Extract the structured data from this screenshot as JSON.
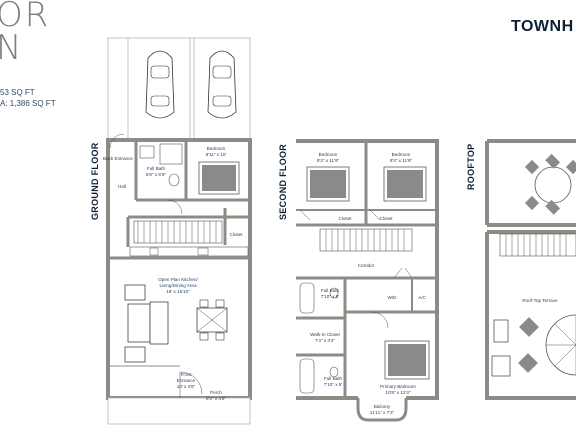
{
  "header": {
    "title_line1": "OR",
    "title_line2": "N",
    "stat_1": "53 SQ FT",
    "stat_2": "A: 1,386 SQ FT",
    "brand": "TOWNH"
  },
  "floors": {
    "ground": {
      "label": "GROUND FLOOR",
      "rooms": {
        "back_entrance": "Back Entrance",
        "hall": "Hall",
        "full_bath_name": "Full Bath",
        "full_bath_dim": "5'6\" x 6'5\"",
        "bedroom_name": "Bedroom",
        "bedroom_dim": "8'11\" x 10'",
        "closet": "Closet",
        "kitchen_name": "Open Plan Kitchen/",
        "kitchen_name2": "Living/Dining Area",
        "kitchen_dim": "18' x 15'10\"",
        "front_entrance_name": "Front",
        "front_entrance_name2": "Entrance",
        "front_entrance_dim": "10' x 4'8\"",
        "porch_name": "Porch",
        "porch_dim": "8'4\" x 4'8\""
      }
    },
    "second": {
      "label": "SECOND FLOOR",
      "rooms": {
        "bedroom1_name": "Bedroom",
        "bedroom1_dim": "9'3\" x 11'9\"",
        "bedroom2_name": "Bedroom",
        "bedroom2_dim": "9'3\" x 11'9\"",
        "closet1": "Closet",
        "closet2": "Closet",
        "corridor": "Corridor",
        "full_bath_name": "Full Bath",
        "full_bath_dim": "7'10\" x 5'",
        "wd": "W/D",
        "ac": "A/C",
        "walkin_name": "Walk-In Closet",
        "walkin_dim": "7'4\" x 3'4\"",
        "full_bath2_name": "Full Bath",
        "full_bath2_dim": "7'10\" x 5'",
        "primary_name": "Primary Bedroom",
        "primary_dim": "10'8\" x 12'4\"",
        "balcony_name": "Balcony",
        "balcony_dim": "11'11\" x 7'3\""
      }
    },
    "rooftop": {
      "label": "ROOFTOP",
      "rooms": {
        "terrace": "Roof-Top Terrace"
      }
    }
  },
  "colors": {
    "wall": "#8c8c86",
    "fixture": "#555555",
    "bed_fill": "#8a8a8a",
    "text": "#1f3a5a"
  }
}
